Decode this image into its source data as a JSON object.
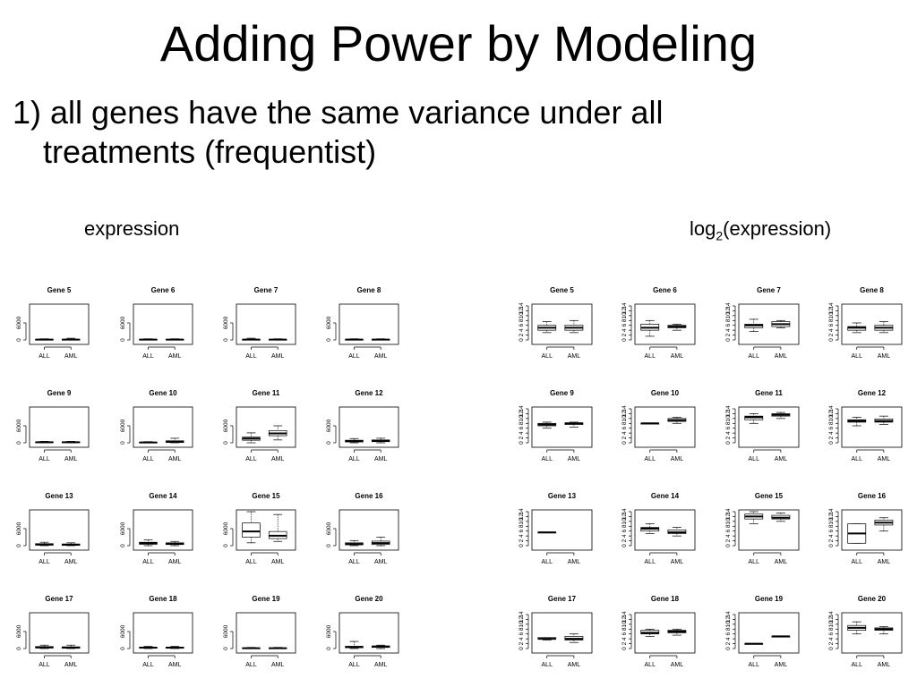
{
  "title": "Adding Power by Modeling",
  "bullet": {
    "number": "1)",
    "text_line1": "all genes have the same variance under all",
    "text_line2": "treatments (frequentist)"
  },
  "panels": {
    "left_label": "expression",
    "right_label_main": "log",
    "right_label_sub": "2",
    "right_label_rest": "(expression)"
  },
  "chart_data": [
    {
      "type": "boxplot",
      "panel": "expression",
      "ylim": [
        0,
        12000
      ],
      "yticks": [
        0,
        6000
      ],
      "categories": [
        "ALL",
        "AML"
      ],
      "plots": [
        {
          "title": "Gene 5",
          "boxes": [
            {
              "min": 0,
              "q1": 50,
              "median": 100,
              "q3": 200,
              "max": 400
            },
            {
              "min": 0,
              "q1": 50,
              "median": 100,
              "q3": 200,
              "max": 600
            }
          ]
        },
        {
          "title": "Gene 6",
          "boxes": [
            {
              "min": 0,
              "q1": 50,
              "median": 100,
              "q3": 200,
              "max": 400
            },
            {
              "min": 0,
              "q1": 50,
              "median": 100,
              "q3": 200,
              "max": 400
            }
          ]
        },
        {
          "title": "Gene 7",
          "boxes": [
            {
              "min": 0,
              "q1": 50,
              "median": 100,
              "q3": 200,
              "max": 600
            },
            {
              "min": 0,
              "q1": 50,
              "median": 100,
              "q3": 200,
              "max": 400
            }
          ]
        },
        {
          "title": "Gene 8",
          "boxes": [
            {
              "min": 0,
              "q1": 50,
              "median": 100,
              "q3": 200,
              "max": 400
            },
            {
              "min": 0,
              "q1": 50,
              "median": 100,
              "q3": 200,
              "max": 400
            }
          ]
        },
        {
          "title": "Gene 9",
          "boxes": [
            {
              "min": 0,
              "q1": 100,
              "median": 200,
              "q3": 300,
              "max": 500
            },
            {
              "min": 0,
              "q1": 100,
              "median": 200,
              "q3": 300,
              "max": 500
            }
          ]
        },
        {
          "title": "Gene 10",
          "boxes": [
            {
              "min": 0,
              "q1": 50,
              "median": 100,
              "q3": 200,
              "max": 400
            },
            {
              "min": 0,
              "q1": 100,
              "median": 300,
              "q3": 700,
              "max": 1600
            }
          ]
        },
        {
          "title": "Gene 11",
          "boxes": [
            {
              "min": 0,
              "q1": 900,
              "median": 1500,
              "q3": 2000,
              "max": 3500
            },
            {
              "min": 1000,
              "q1": 2500,
              "median": 3300,
              "q3": 4300,
              "max": 6000
            }
          ]
        },
        {
          "title": "Gene 12",
          "boxes": [
            {
              "min": 0,
              "q1": 300,
              "median": 600,
              "q3": 900,
              "max": 1500
            },
            {
              "min": 0,
              "q1": 400,
              "median": 700,
              "q3": 1000,
              "max": 1600
            }
          ]
        },
        {
          "title": "Gene 13",
          "boxes": [
            {
              "min": 0,
              "q1": 200,
              "median": 400,
              "q3": 700,
              "max": 1200
            },
            {
              "min": 0,
              "q1": 100,
              "median": 300,
              "q3": 600,
              "max": 1000
            }
          ]
        },
        {
          "title": "Gene 14",
          "boxes": [
            {
              "min": 0,
              "q1": 500,
              "median": 800,
              "q3": 1200,
              "max": 2000
            },
            {
              "min": 0,
              "q1": 400,
              "median": 700,
              "q3": 1000,
              "max": 1500
            }
          ]
        },
        {
          "title": "Gene 15",
          "boxes": [
            {
              "min": 1000,
              "q1": 3000,
              "median": 5000,
              "q3": 8000,
              "max": 12000
            },
            {
              "min": 1500,
              "q1": 2500,
              "median": 3500,
              "q3": 5000,
              "max": 11000
            }
          ]
        },
        {
          "title": "Gene 16",
          "boxes": [
            {
              "min": 0,
              "q1": 300,
              "median": 600,
              "q3": 1000,
              "max": 1800
            },
            {
              "min": 0,
              "q1": 400,
              "median": 900,
              "q3": 1600,
              "max": 3000
            }
          ]
        },
        {
          "title": "Gene 17",
          "boxes": [
            {
              "min": 0,
              "q1": 200,
              "median": 400,
              "q3": 700,
              "max": 1200
            },
            {
              "min": 0,
              "q1": 100,
              "median": 300,
              "q3": 600,
              "max": 1200
            }
          ]
        },
        {
          "title": "Gene 18",
          "boxes": [
            {
              "min": 0,
              "q1": 100,
              "median": 300,
              "q3": 500,
              "max": 800
            },
            {
              "min": 0,
              "q1": 100,
              "median": 300,
              "q3": 500,
              "max": 800
            }
          ]
        },
        {
          "title": "Gene 19",
          "boxes": [
            {
              "min": 0,
              "q1": 50,
              "median": 100,
              "q3": 200,
              "max": 400
            },
            {
              "min": 0,
              "q1": 50,
              "median": 100,
              "q3": 200,
              "max": 400
            }
          ]
        },
        {
          "title": "Gene 20",
          "boxes": [
            {
              "min": 0,
              "q1": 300,
              "median": 500,
              "q3": 800,
              "max": 2500
            },
            {
              "min": 0,
              "q1": 400,
              "median": 700,
              "q3": 900,
              "max": 1200
            }
          ]
        }
      ]
    },
    {
      "type": "boxplot",
      "panel": "log2(expression)",
      "ylim": [
        0,
        14
      ],
      "yticks": [
        0,
        2,
        4,
        6,
        8,
        10,
        12,
        14
      ],
      "categories": [
        "ALL",
        "AML"
      ],
      "plots": [
        {
          "title": "Gene 5",
          "boxes": [
            {
              "min": 3,
              "q1": 4,
              "median": 5,
              "q3": 6,
              "max": 7.5
            },
            {
              "min": 3,
              "q1": 4,
              "median": 5,
              "q3": 6,
              "max": 8
            }
          ]
        },
        {
          "title": "Gene 6",
          "boxes": [
            {
              "min": 1.5,
              "q1": 4,
              "median": 5,
              "q3": 6.5,
              "max": 8
            },
            {
              "min": 4,
              "q1": 5,
              "median": 5.5,
              "q3": 6,
              "max": 6.5
            }
          ]
        },
        {
          "title": "Gene 7",
          "boxes": [
            {
              "min": 3.5,
              "q1": 5,
              "median": 6,
              "q3": 6.5,
              "max": 8.5
            },
            {
              "min": 5,
              "q1": 5.5,
              "median": 6.5,
              "q3": 7.5,
              "max": 8
            }
          ]
        },
        {
          "title": "Gene 8",
          "boxes": [
            {
              "min": 3,
              "q1": 4,
              "median": 5,
              "q3": 5.5,
              "max": 7
            },
            {
              "min": 3,
              "q1": 4,
              "median": 5,
              "q3": 6,
              "max": 7.5
            }
          ]
        },
        {
          "title": "Gene 9",
          "boxes": [
            {
              "min": 6,
              "q1": 7,
              "median": 7.5,
              "q3": 8,
              "max": 8.5
            },
            {
              "min": 6.5,
              "q1": 7.5,
              "median": 8,
              "q3": 8.2,
              "max": 8.5
            }
          ]
        },
        {
          "title": "Gene 10",
          "boxes": [
            {
              "min": 8,
              "q1": 8,
              "median": 8,
              "q3": 8,
              "max": 8
            },
            {
              "min": 8,
              "q1": 8.8,
              "median": 9.3,
              "q3": 10,
              "max": 10.5
            }
          ]
        },
        {
          "title": "Gene 11",
          "boxes": [
            {
              "min": 8,
              "q1": 9.5,
              "median": 10.5,
              "q3": 11,
              "max": 12
            },
            {
              "min": 10,
              "q1": 11,
              "median": 11.5,
              "q3": 12,
              "max": 12.5
            }
          ]
        },
        {
          "title": "Gene 12",
          "boxes": [
            {
              "min": 7,
              "q1": 8.5,
              "median": 9,
              "q3": 9.5,
              "max": 10.5
            },
            {
              "min": 7.5,
              "q1": 8.5,
              "median": 9,
              "q3": 9.8,
              "max": 11
            }
          ]
        },
        {
          "title": "Gene 13",
          "boxes": [
            {
              "min": 5.5,
              "q1": 5.5,
              "median": 5.5,
              "q3": 5.5,
              "max": 5.5
            }
          ]
        },
        {
          "title": "Gene 14",
          "boxes": [
            {
              "min": 5,
              "q1": 6,
              "median": 7,
              "q3": 7.5,
              "max": 9
            },
            {
              "min": 4,
              "q1": 5,
              "median": 5.5,
              "q3": 6.5,
              "max": 7.5
            }
          ]
        },
        {
          "title": "Gene 15",
          "boxes": [
            {
              "min": 9,
              "q1": 11,
              "median": 12,
              "q3": 13,
              "max": 14
            },
            {
              "min": 10,
              "q1": 11,
              "median": 11.5,
              "q3": 12.5,
              "max": 13.5
            }
          ]
        },
        {
          "title": "Gene 16",
          "boxes": [
            {
              "min": 1,
              "q1": 1,
              "median": 5,
              "q3": 9,
              "max": 9
            },
            {
              "min": 6,
              "q1": 8.5,
              "median": 9.5,
              "q3": 10.5,
              "max": 11.5
            }
          ]
        },
        {
          "title": "Gene 17",
          "boxes": [
            {
              "min": 3.5,
              "q1": 4,
              "median": 4,
              "q3": 4.5,
              "max": 4.5
            },
            {
              "min": 2.5,
              "q1": 3.5,
              "median": 4,
              "q3": 5,
              "max": 6
            }
          ]
        },
        {
          "title": "Gene 18",
          "boxes": [
            {
              "min": 5,
              "q1": 6,
              "median": 6.5,
              "q3": 7.5,
              "max": 8
            },
            {
              "min": 5.5,
              "q1": 6.5,
              "median": 7,
              "q3": 7.5,
              "max": 8
            }
          ]
        },
        {
          "title": "Gene 19",
          "boxes": [
            {
              "min": 2,
              "q1": 2,
              "median": 2,
              "q3": 2,
              "max": 2
            },
            {
              "min": 5,
              "q1": 5,
              "median": 5,
              "q3": 5,
              "max": 5
            }
          ]
        },
        {
          "title": "Gene 20",
          "boxes": [
            {
              "min": 6,
              "q1": 7.5,
              "median": 8.5,
              "q3": 9.5,
              "max": 11
            },
            {
              "min": 6,
              "q1": 7.5,
              "median": 8,
              "q3": 8.5,
              "max": 9
            }
          ]
        }
      ]
    }
  ]
}
